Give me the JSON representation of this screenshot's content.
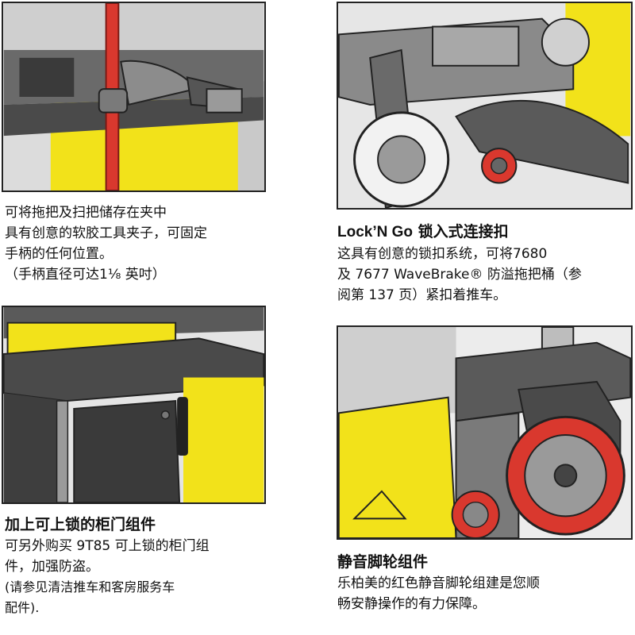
{
  "panel1": {
    "lines": [
      "可将拖把及扫把储存在夹中",
      "具有创意的软胶工具夹子，可固定",
      "手柄的任何位置。",
      "（手柄直径可达1⅛ 英吋）"
    ]
  },
  "panel2": {
    "title_brand": "Lock’N Go",
    "title_rest": " 锁入式连接扣",
    "lines": [
      "这具有创意的锁扣系统，可将7680",
      "及 7677 WaveBrake® 防溢拖把桶（参",
      "阅第 137 页）紧扣着推车。"
    ]
  },
  "panel3": {
    "title": "加上可上锁的柜门组件",
    "lines": [
      "可另外购买 9T85 可上锁的柜门组",
      "件，加强防盗。",
      "(请参见清洁推车和客房服务车",
      "配件)."
    ]
  },
  "panel4": {
    "title": "静音脚轮组件",
    "lines": [
      "乐柏美的红色静音脚轮组建是您顺",
      "畅安静操作的有力保障。"
    ]
  },
  "colors": {
    "yellow": "#f2e21a",
    "red": "#d9382e",
    "dark_gray": "#3b3b3b",
    "mid_gray": "#8a8a8a"
  }
}
